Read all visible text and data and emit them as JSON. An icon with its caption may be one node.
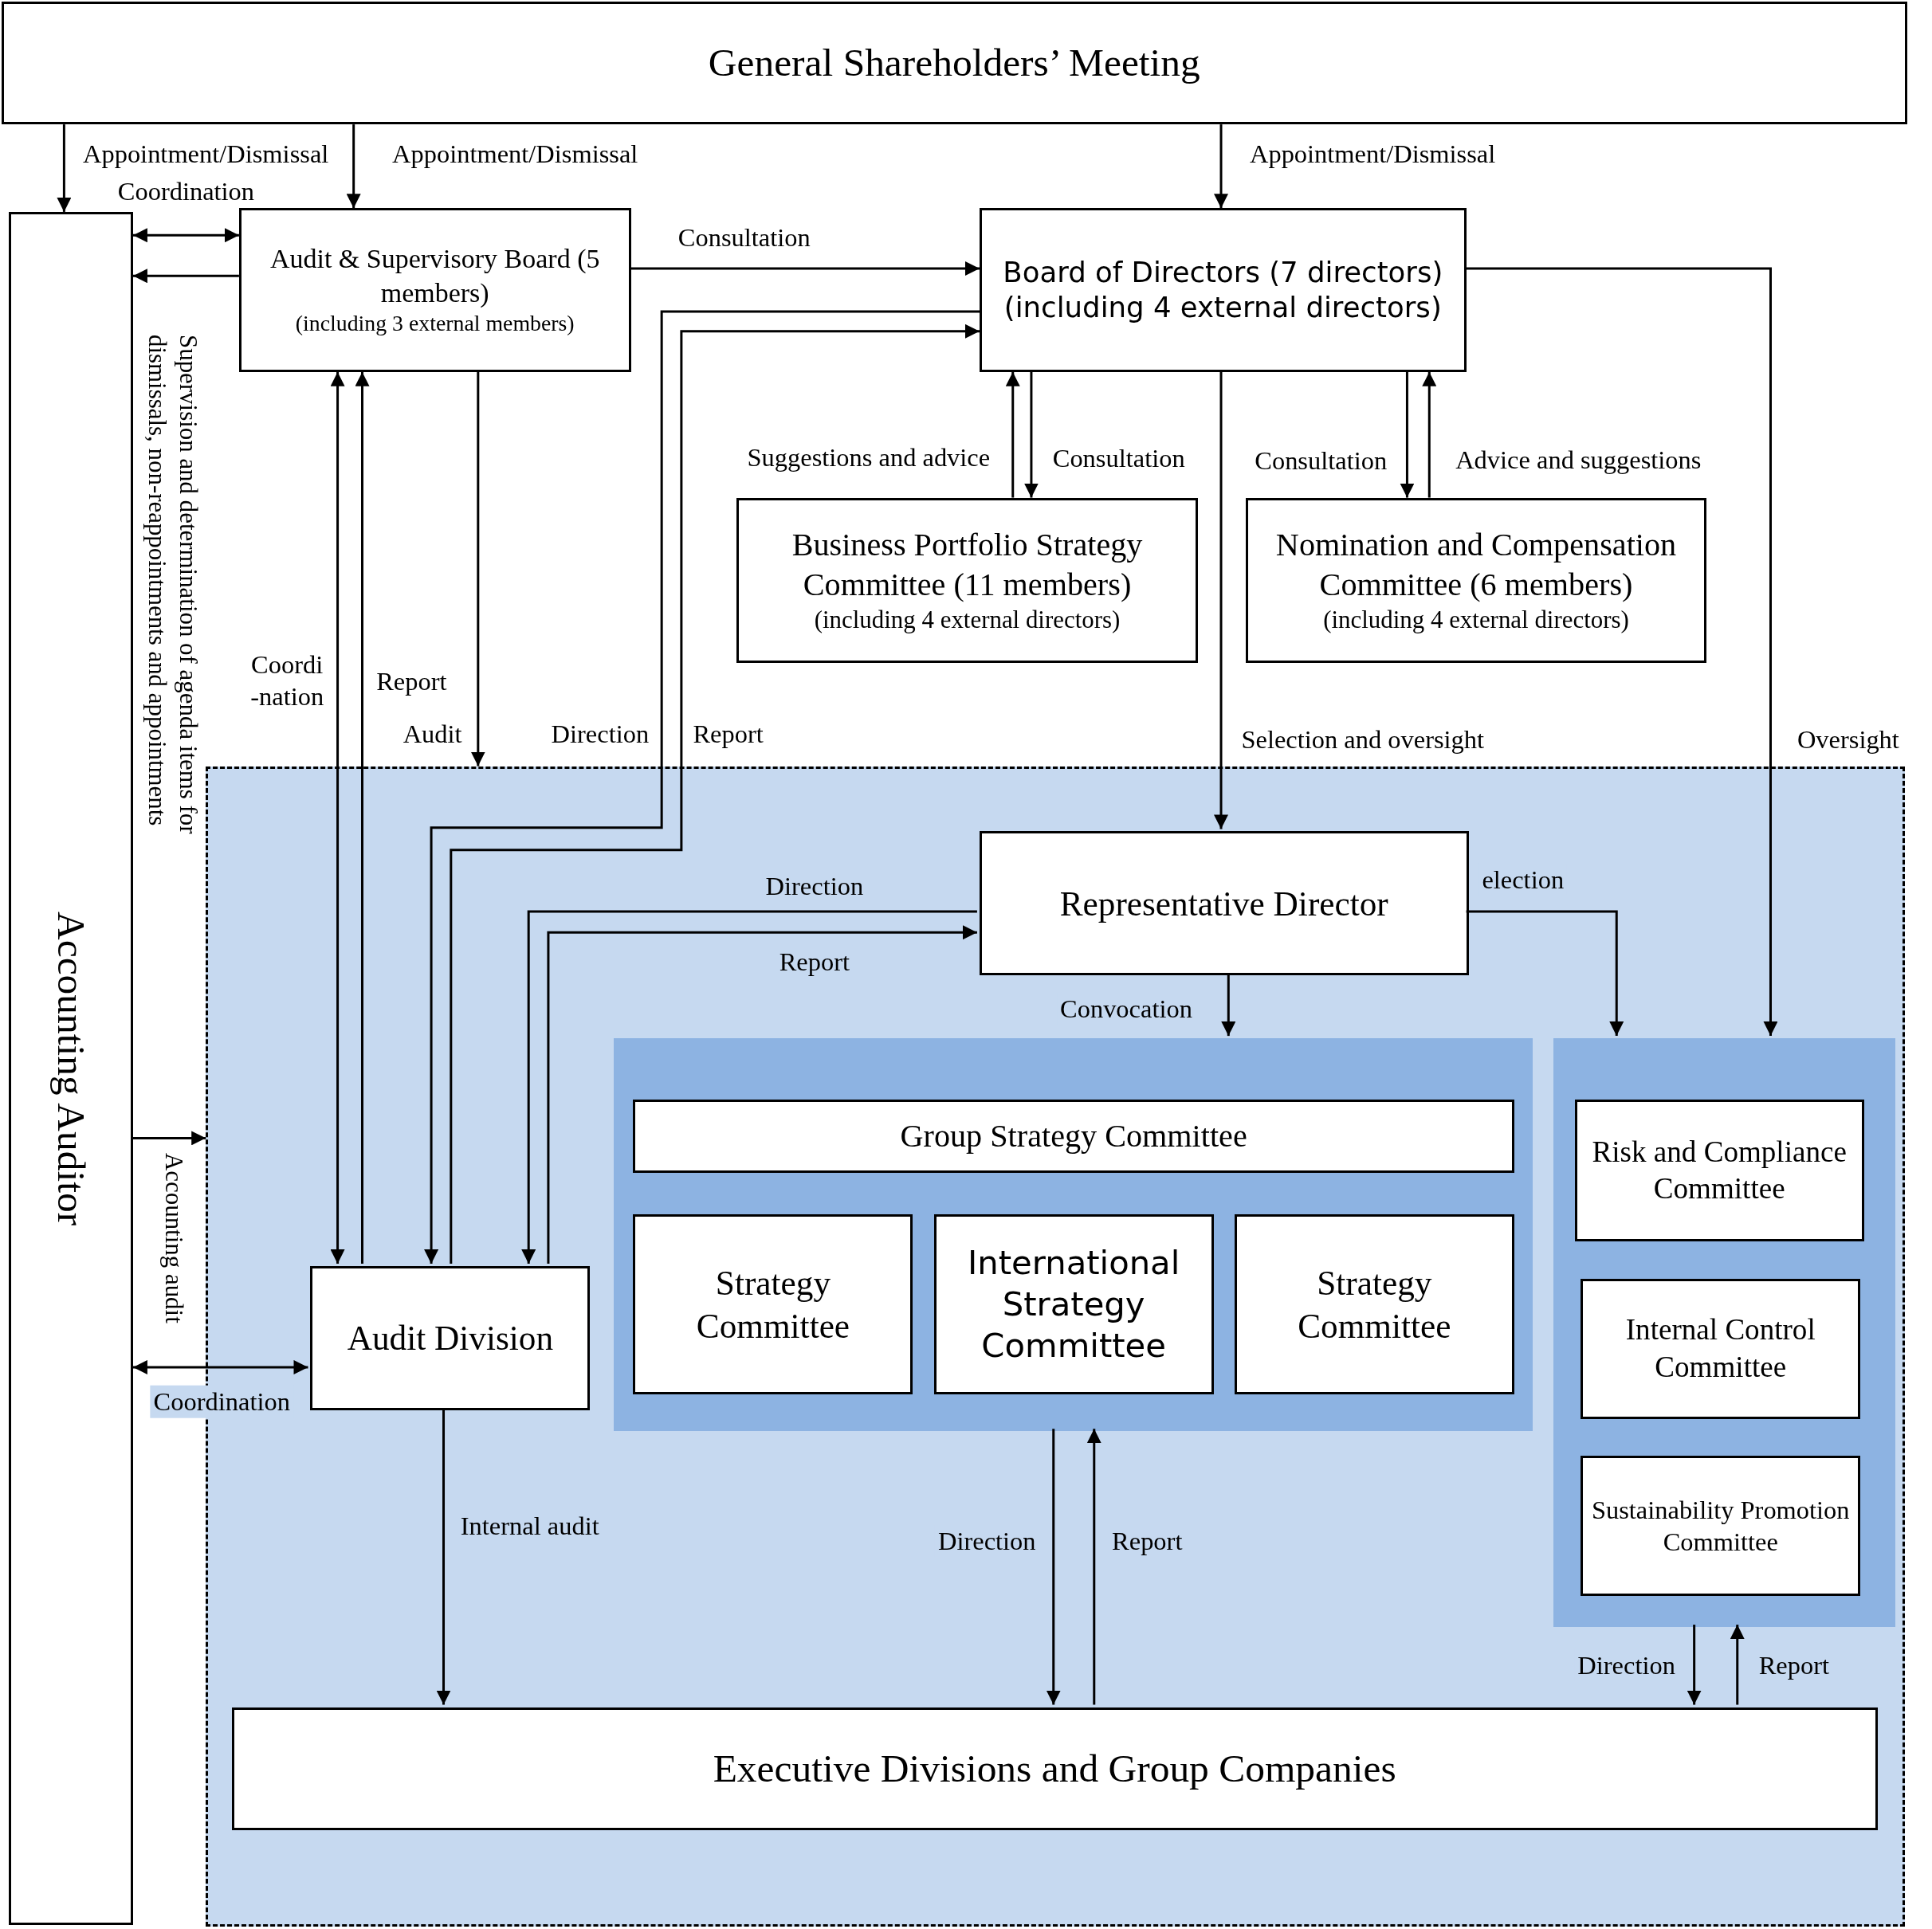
{
  "diagram": {
    "nodes": [
      {
        "text": [
          "General Shareholders’ Meeting"
        ]
      },
      {
        "text": [
          "Accounting Auditor"
        ]
      },
      {
        "text": [
          "Audit & Supervisory Board (5 members)",
          "(including 3 external members)"
        ]
      },
      {
        "text": [
          "Board of Directors (7 directors) (including 4 external directors)"
        ]
      },
      {
        "text": [
          "Business Portfolio Strategy Committee (11 members)",
          "(including 4 external directors)"
        ]
      },
      {
        "text": [
          "Nomination and Compensation Committee (6 members)",
          "(including 4 external directors)"
        ]
      },
      {
        "text": [],
        "shape": "box"
      },
      {
        "text": [
          "Representative Director"
        ],
        "in": 6
      },
      {
        "text": [],
        "shape": "box",
        "in": 6
      },
      {
        "text": [
          "Group Strategy Committee"
        ],
        "in": 8
      },
      {
        "text": [
          "Strategy Committee"
        ],
        "in": 8
      },
      {
        "text": [
          "International Strategy Committee"
        ],
        "in": 8
      },
      {
        "text": [
          "Strategy Committee"
        ],
        "in": 8
      },
      {
        "text": [],
        "shape": "box",
        "in": 6
      },
      {
        "text": [
          "Risk and Compliance Committee"
        ],
        "in": 13
      },
      {
        "text": [
          "Internal Control Committee"
        ],
        "in": 13
      },
      {
        "text": [
          "Sustainability Promotion Committee"
        ],
        "in": 13
      },
      {
        "text": [
          "Audit Division"
        ],
        "in": 6
      },
      {
        "text": [
          "Executive Divisions and Group Companies"
        ],
        "in": 6
      }
    ],
    "edges": [
      {
        "from": 0,
        "to": 1,
        "arrow": "to",
        "label": "Appointment/Dismissal"
      },
      {
        "from": 0,
        "to": 2,
        "arrow": "to",
        "label": "Appointment/Dismissal"
      },
      {
        "from": 0,
        "to": 3,
        "arrow": "to",
        "label": "Appointment/Dismissal"
      },
      {
        "from": 1,
        "to": 2,
        "arrow": "both",
        "label": "Coordination"
      },
      {
        "from": 2,
        "to": 1,
        "arrow": "to"
      },
      {
        "from": 2,
        "to": 3,
        "arrow": "to",
        "label": "Consultation"
      },
      {
        "from": 3,
        "to": 17,
        "arrow": "to",
        "label": "Direction"
      },
      {
        "from": 17,
        "to": 3,
        "arrow": "to",
        "label": "Report"
      },
      {
        "from": 2,
        "to": 17,
        "arrow": "both",
        "label": "Coordi -nation"
      },
      {
        "from": 17,
        "to": 2,
        "arrow": "to",
        "label": "Report"
      },
      {
        "from": 2,
        "to": 6,
        "arrow": "to",
        "label": "Audit"
      },
      {
        "from": 3,
        "to": 4,
        "arrow": "to",
        "label": "Consultation"
      },
      {
        "from": 4,
        "to": 3,
        "arrow": "to",
        "label": "Suggestions and advice"
      },
      {
        "from": 3,
        "to": 5,
        "arrow": "to",
        "label": "Consultation"
      },
      {
        "from": 5,
        "to": 3,
        "arrow": "to",
        "label": "Advice and suggestions"
      },
      {
        "from": 3,
        "to": 7,
        "arrow": "to",
        "label": "Selection and oversight"
      },
      {
        "from": 3,
        "to": 13,
        "arrow": "to",
        "label": "Oversight"
      },
      {
        "from": 7,
        "to": 17,
        "arrow": "to",
        "label": "Direction"
      },
      {
        "from": 17,
        "to": 7,
        "arrow": "to",
        "label": "Report"
      },
      {
        "from": 7,
        "to": 8,
        "arrow": "to",
        "label": "Convocation"
      },
      {
        "from": 7,
        "to": 13,
        "arrow": "to",
        "label": "election"
      },
      {
        "from": 1,
        "to": 6,
        "arrow": "to"
      },
      {
        "from": 1,
        "to": 17,
        "arrow": "both",
        "label": "Coordination"
      },
      {
        "from": 17,
        "to": 18,
        "arrow": "to",
        "label": "Internal audit"
      },
      {
        "from": 8,
        "to": 18,
        "arrow": "to",
        "label": "Direction"
      },
      {
        "from": 18,
        "to": 8,
        "arrow": "to",
        "label": "Report"
      },
      {
        "from": 13,
        "to": 18,
        "arrow": "to",
        "label": "Direction"
      },
      {
        "from": 18,
        "to": 13,
        "arrow": "to",
        "label": "Report"
      }
    ],
    "labels": [
      "Supervision and determination of agenda items for dismissals, non-reappointments and appointments",
      "Accounting audit"
    ]
  }
}
